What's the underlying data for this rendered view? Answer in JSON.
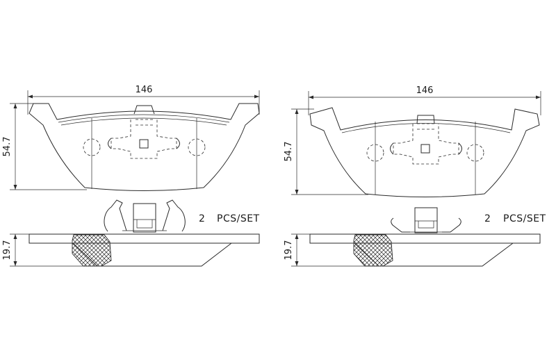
{
  "left_view": {
    "width_dim": "146",
    "height_dim": "54.7",
    "thickness_dim": "19.7",
    "qty_number": "2",
    "qty_unit": "PCS/SET"
  },
  "right_view": {
    "width_dim": "146",
    "height_dim": "54.7",
    "thickness_dim": "19.7",
    "qty_number": "2",
    "qty_unit": "PCS/SET"
  }
}
